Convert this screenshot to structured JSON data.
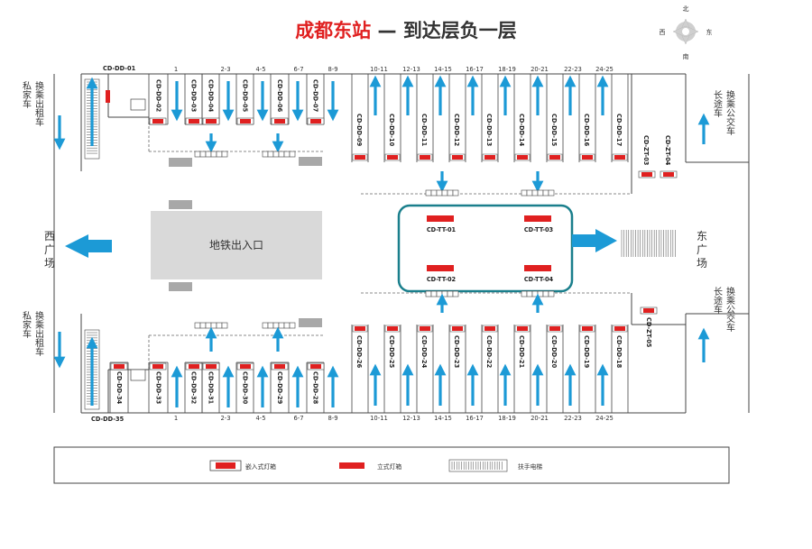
{
  "title": {
    "station": "成都东站",
    "separator": "—",
    "floor": "到达层负一层"
  },
  "compass": {
    "n": "北",
    "s": "南",
    "w": "西",
    "e": "东"
  },
  "top_left_code": "CD-DD-01",
  "bottom_left_code": "CD-DD-35",
  "pillar_numbers": [
    "1",
    "2-3",
    "4-5",
    "6-7",
    "8-9",
    "10-11",
    "12-13",
    "14-15",
    "16-17",
    "18-19",
    "20-21",
    "22-23",
    "24-25"
  ],
  "top_codes": [
    "CD-DD-02",
    "CD-DD-03",
    "CD-DD-04",
    "CD-DD-05",
    "CD-DD-06",
    "CD-DD-07",
    "CD-DD-09",
    "CD-DD-10",
    "CD-DD-11",
    "CD-DD-12",
    "CD-DD-13",
    "CD-DD-14",
    "CD-DD-15",
    "CD-DD-16",
    "CD-DD-17"
  ],
  "top_right_codes": [
    "CD-ZT-03",
    "CD-ZT-04"
  ],
  "bottom_codes": [
    "CD-DD-34",
    "CD-DD-33",
    "CD-DD-32",
    "CD-DD-31",
    "CD-DD-30",
    "CD-DD-29",
    "CD-DD-28",
    "CD-DD-26",
    "CD-DD-25",
    "CD-DD-24",
    "CD-DD-23",
    "CD-DD-22",
    "CD-DD-21",
    "CD-DD-20",
    "CD-DD-19",
    "CD-DD-18"
  ],
  "bottom_right_code": "CD-ZT-05",
  "center_codes": [
    "CD-TT-01",
    "CD-TT-03",
    "CD-TT-02",
    "CD-TT-04"
  ],
  "metro": "地铁出入口",
  "west": {
    "line1": "西",
    "line2": "广",
    "line3": "场"
  },
  "east": {
    "line1": "东",
    "line2": "广",
    "line3": "场"
  },
  "left_top_text": {
    "col1": "换乘出租车",
    "col2": "私家车"
  },
  "left_bottom_text": {
    "col1": "换乘出租车",
    "col2": "私家车"
  },
  "right_top_text": {
    "col1": "换乘公交车",
    "col2": "长途车"
  },
  "right_bottom_text": {
    "col1": "换乘公交车",
    "col2": "长途车"
  },
  "legend": {
    "embedded": "嵌入式灯箱",
    "standing": "立式灯箱",
    "escalator": "扶手电梯"
  },
  "colors": {
    "arrow": "#1c9ad6",
    "red": "#e02020",
    "teal": "#1a7f8c",
    "grey": "#a8a8a8",
    "line": "#444444"
  }
}
